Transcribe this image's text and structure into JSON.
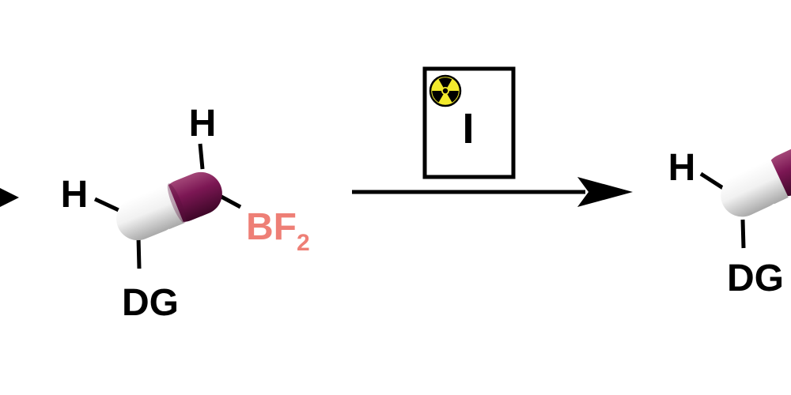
{
  "colors": {
    "background": "#ffffff",
    "bond": "#000000",
    "boron_label": "#ee7f76",
    "capsule_purple": "#7c1754",
    "capsule_white": "#ececec",
    "radiation_yellow": "#f2ea2c"
  },
  "reactant": {
    "h_top": "H",
    "h_left": "H",
    "directing_group": "DG",
    "boron_group": "BF",
    "boron_subscript": "2"
  },
  "reagent": {
    "symbol": "I",
    "icon": "radiation-trefoil"
  },
  "product": {
    "h_left": "H",
    "directing_group": "DG"
  }
}
